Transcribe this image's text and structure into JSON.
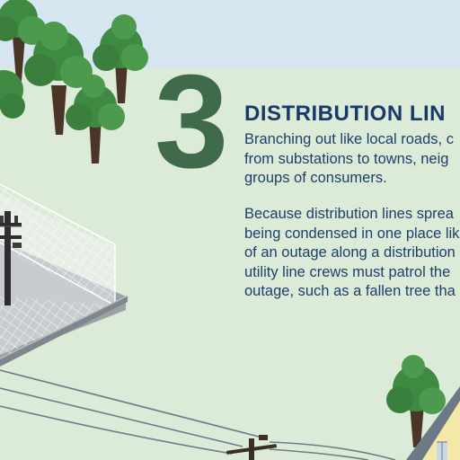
{
  "step": {
    "number": "3",
    "heading": "DISTRIBUTION LIN"
  },
  "paragraphs": [
    {
      "lines": [
        "Branching out like local roads, c",
        "from substations to towns, neig",
        "groups of consumers."
      ]
    },
    {
      "lines": [
        "Because distribution lines sprea",
        "being condensed in one place lik",
        "of an outage along a distribution",
        "utility line crews must patrol the",
        "outage, such as a fallen tree tha"
      ]
    }
  ],
  "colors": {
    "background": "#dcebd7",
    "sky": "#d6e6f1",
    "number": "#3f6b4a",
    "heading": "#173a6b",
    "text": "#1e3f6c",
    "tree_foliage": "#3f8a43",
    "tree_trunk": "#4a3526",
    "house_wall": "#f4e8a8",
    "house_roof": "#6b7a86"
  },
  "icons": [
    "tree-icon",
    "substation-fence-icon",
    "utility-pole-icon",
    "power-line-icon",
    "house-icon"
  ]
}
